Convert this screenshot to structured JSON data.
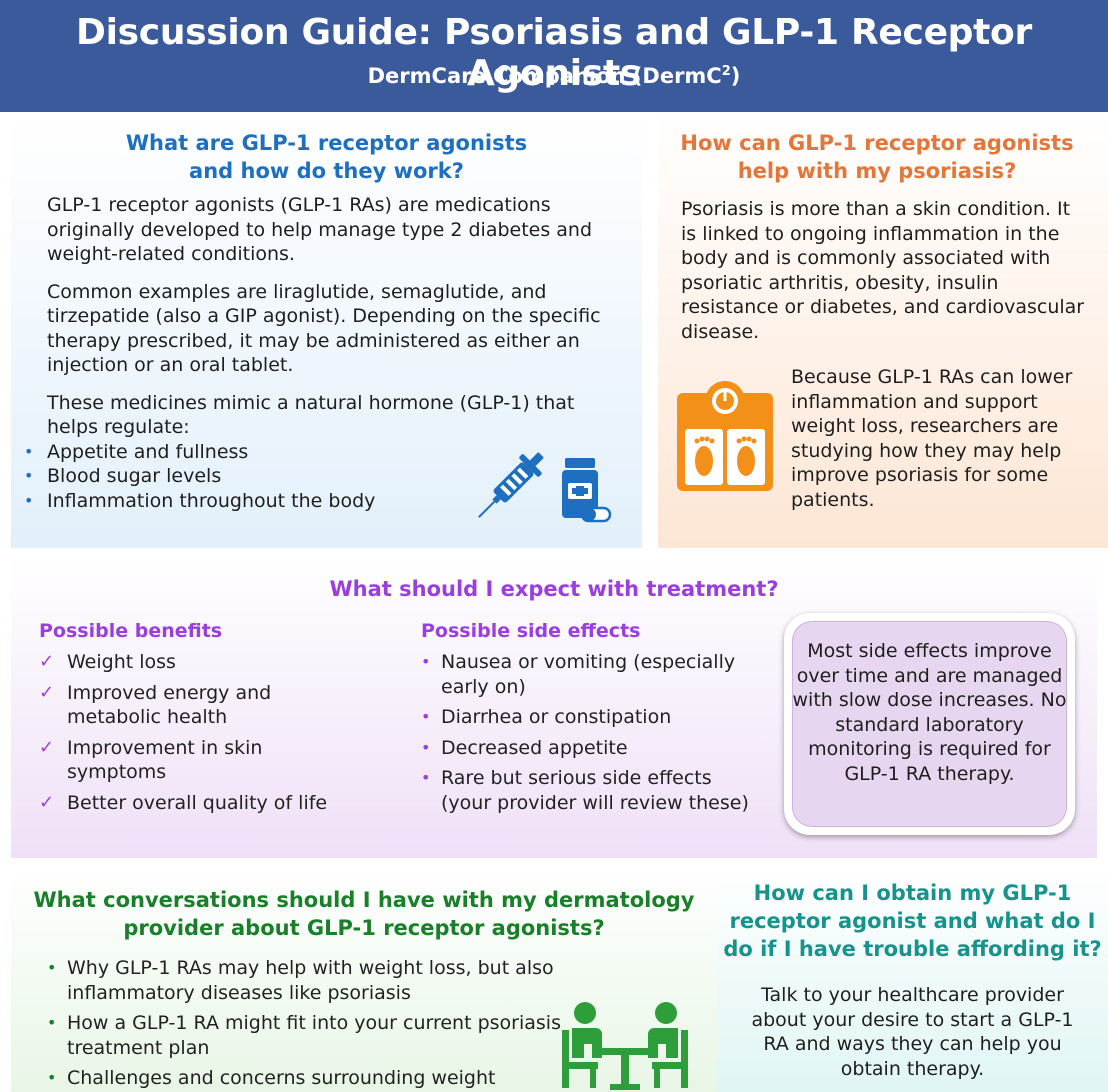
{
  "header": {
    "title": "Discussion Guide: Psoriasis and GLP-1 Receptor Agonists",
    "subtitle_main": "DermCare Companion (DermC",
    "subtitle_sup": "2",
    "subtitle_end": ")"
  },
  "section1": {
    "title_line1": "What are GLP-1 receptor agonists",
    "title_line2": "and how do they work?",
    "para1": "GLP-1 receptor agonists (GLP-1 RAs) are medications originally developed to help manage type 2 diabetes and weight-related conditions.",
    "para2": "Common examples are liraglutide, semaglutide, and tirzepatide (also a GIP agonist). Depending on the specific therapy prescribed, it may be administered as either an injection or an oral tablet.",
    "para3": "These medicines mimic a natural hormone (GLP-1) that helps regulate:",
    "bullets": [
      "Appetite and fullness",
      "Blood sugar levels",
      "Inflammation throughout the body"
    ],
    "icons": [
      "syringe-icon",
      "pill-bottle-icon"
    ]
  },
  "section2": {
    "title_line1": "How can GLP-1 receptor agonists",
    "title_line2": "help with my psoriasis?",
    "para1": "Psoriasis is more than a skin condition. It is linked to ongoing inflammation in the body and is commonly associated with psoriatic arthritis, obesity, insulin resistance or diabetes, and cardiovascular disease.",
    "para2": "Because GLP-1 RAs can lower inflammation and support weight loss, researchers are studying how they may help improve psoriasis for some patients.",
    "icon": "weight-scale-icon"
  },
  "section3": {
    "title": "What should I expect with treatment?",
    "benefits_heading": "Possible benefits",
    "benefits": [
      "Weight loss",
      "Improved energy and metabolic health",
      "Improvement in skin symptoms",
      "Better overall quality of life"
    ],
    "side_effects_heading": "Possible side effects",
    "side_effects": [
      "Nausea or vomiting (especially early on)",
      "Diarrhea or constipation",
      "Decreased appetite",
      "Rare but serious side effects (your provider will review these)"
    ],
    "callout": "Most side effects improve over time and are managed with slow dose increases. No standard laboratory monitoring is required for GLP-1 RA therapy."
  },
  "section4": {
    "title_line1": "What conversations should I have with my dermatology",
    "title_line2": "provider about GLP-1 receptor agonists?",
    "bullets": [
      "Why GLP-1 RAs may help with weight loss, but also inflammatory diseases like psoriasis",
      "How a GLP-1 RA might fit into your current psoriasis treatment plan",
      "Challenges and concerns surrounding weight"
    ],
    "icon": "conversation-table-icon"
  },
  "section5": {
    "title_line1": "How can I obtain my GLP-1",
    "title_line2": "receptor agonist and what do I",
    "title_line3": "do if I have trouble affording it?",
    "para": "Talk to your healthcare provider about your desire to start a GLP-1 RA and ways they can help you obtain therapy."
  },
  "colors": {
    "header_bg": "#3a5a9b",
    "blue": "#1e6fc0",
    "orange": "#e5763a",
    "purple": "#9a3ee0",
    "green": "#1a7f2a",
    "teal": "#16938a"
  }
}
